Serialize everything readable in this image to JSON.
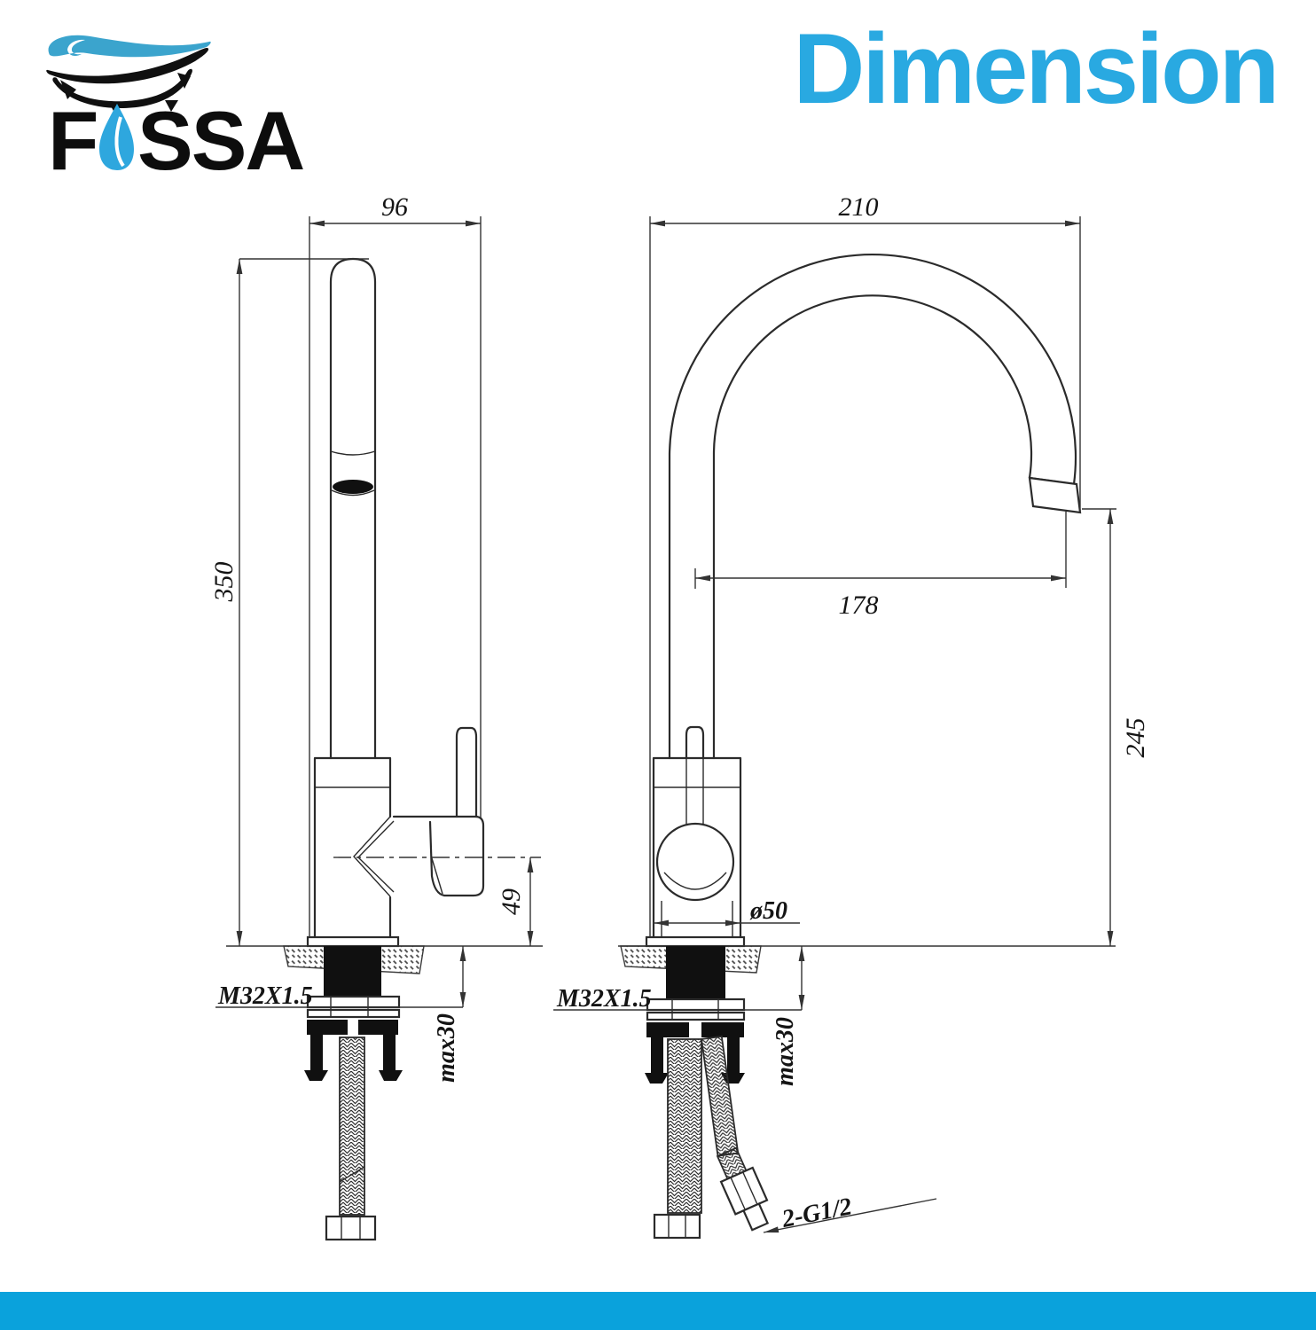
{
  "brand": {
    "letter_f": "F",
    "letters_rest": "SSA"
  },
  "header": {
    "title": "Dimension"
  },
  "colors": {
    "title_blue": "#29A9E1",
    "bottom_bar_blue": "#0AA2DC",
    "logo_swoosh_blue": "#3BA4CD",
    "logo_drop_blue": "#2EA7DE",
    "drawing_line": "#2B2B2B"
  },
  "left_view": {
    "top_width": "96",
    "total_height": "350",
    "handle_axis_height": "49",
    "thread_label": "M32X1.5",
    "max_counter_thickness": "max30"
  },
  "right_view": {
    "top_width": "210",
    "spout_reach": "178",
    "outlet_height": "245",
    "base_diameter": "ø50",
    "thread_label": "M32X1.5",
    "max_counter_thickness": "max30",
    "hose_connection_label": "2-G1/2"
  }
}
